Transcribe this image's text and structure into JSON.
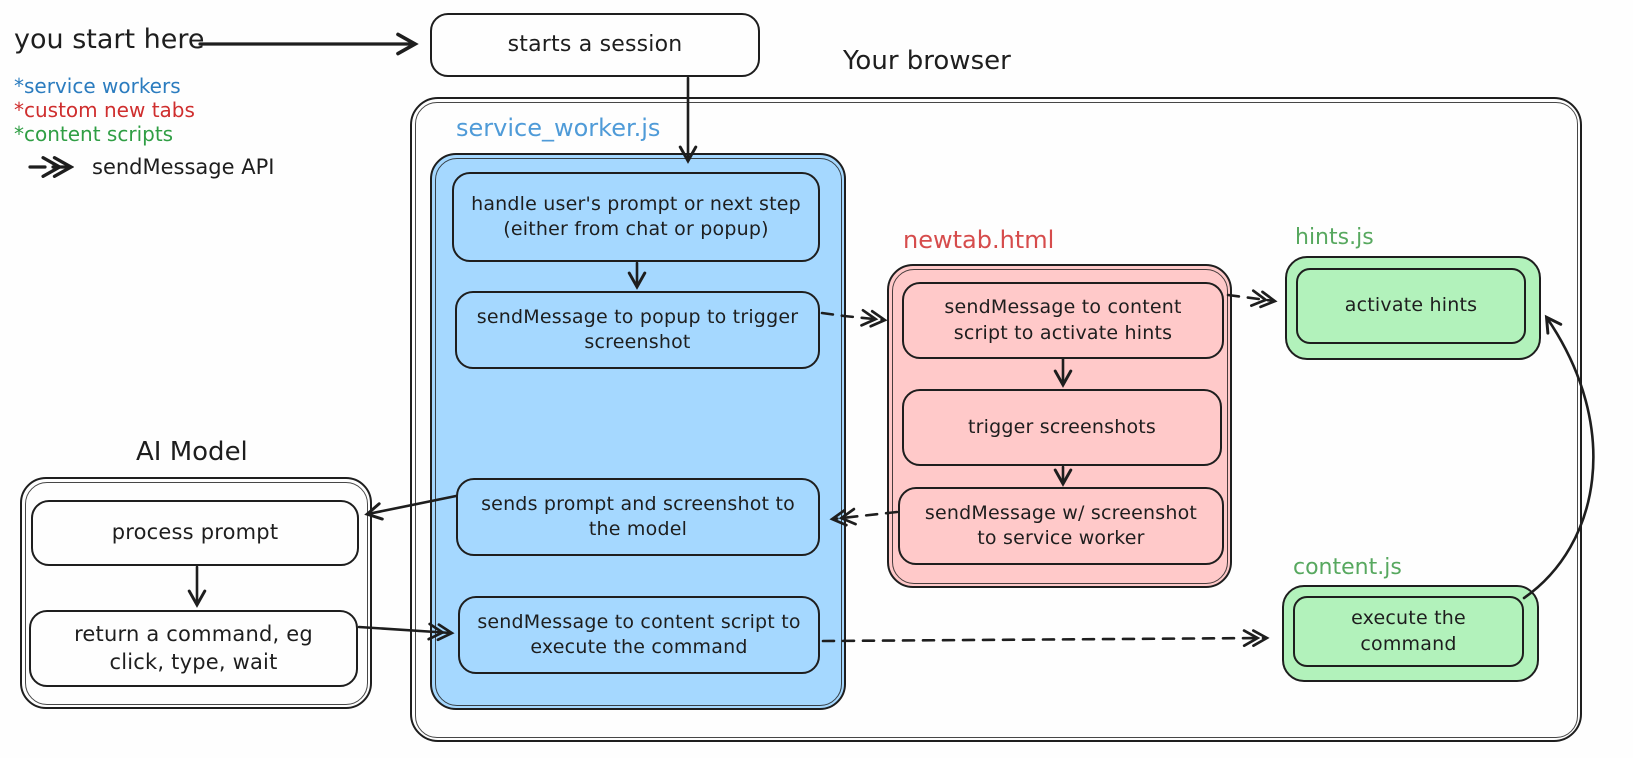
{
  "annotations": {
    "start_here": "you start here",
    "browser": "Your browser"
  },
  "legend": {
    "service_workers": "*service workers",
    "custom_new_tabs": "*custom new tabs",
    "content_scripts": "*content scripts",
    "send_message_api": "sendMessage API"
  },
  "nodes": {
    "start_session": "starts a session",
    "service_worker": {
      "title": "service_worker.js",
      "steps": [
        "handle user's prompt or next step (either from chat or popup)",
        "sendMessage to popup to trigger screenshot",
        "sends prompt and screenshot to the model",
        "sendMessage to content script to execute the command"
      ]
    },
    "newtab": {
      "title": "newtab.html",
      "steps": [
        "sendMessage to content script to activate hints",
        "trigger screenshots",
        "sendMessage w/ screenshot to service worker"
      ]
    },
    "hints": {
      "title": "hints.js",
      "step": "activate hints"
    },
    "content": {
      "title": "content.js",
      "step": "execute the command"
    },
    "ai_model": {
      "title": "AI Model",
      "steps": [
        "process prompt",
        "return a command, eg click, type, wait"
      ]
    }
  },
  "colors": {
    "service_worker_fill": "#a5d8ff",
    "newtab_fill": "#ffc9c9",
    "scripts_fill": "#b2f2bb",
    "service_worker_label": "#4f9bd8",
    "newtab_label": "#d64c4c",
    "scripts_label": "#57a85f",
    "legend_blue": "#2b7cbf",
    "legend_red": "#cf2e2e",
    "legend_green": "#2f9e44",
    "ink": "#1e1e1e"
  }
}
